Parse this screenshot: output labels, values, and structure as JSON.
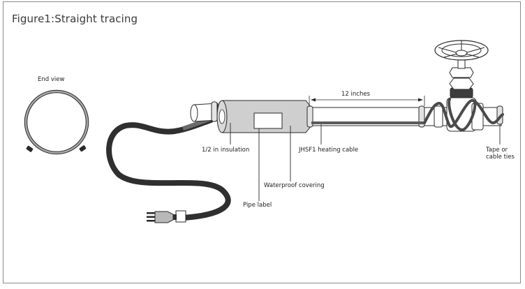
{
  "figure": {
    "title": "Figure1:Straight tracing"
  },
  "labels": {
    "end_view": "End view",
    "dimension": "12 inches",
    "insulation": "1/2 in insulation",
    "heating_cable": "JHSF1 heating cable",
    "waterproof_covering": "Waterproof covering",
    "pipe_label": "Pipe label",
    "tape_line1": "Tape or",
    "tape_line2": "cable ties"
  },
  "colors": {
    "frame_border": "#8a8a8a",
    "cable_dark": "#3d3d3d",
    "cable_mid": "#6b6b6b",
    "insulation_fill": "#cfcfcf",
    "outline": "#2a2a2a"
  }
}
